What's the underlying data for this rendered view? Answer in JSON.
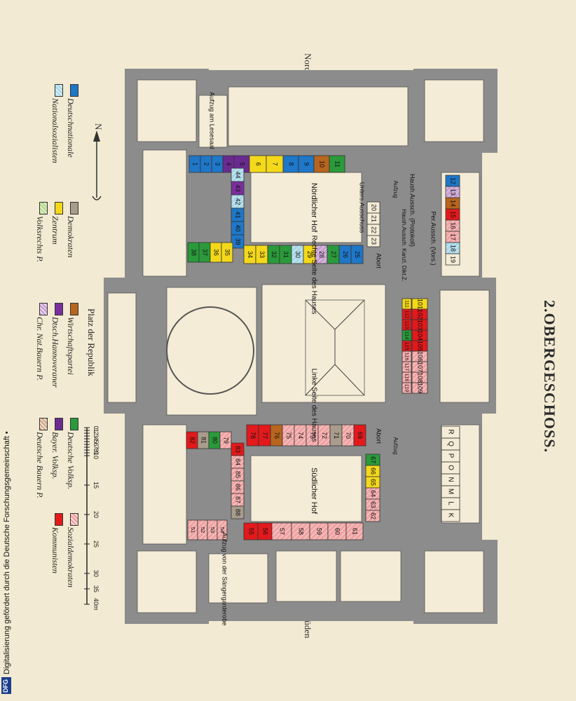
{
  "title": "2.OBERGESCHOSS.",
  "compass": {
    "north": "Norden",
    "south": "Süden",
    "arrow_label": "N"
  },
  "place_label": "Platz der Republik",
  "side_caption": "Digitalisierung gefördert durch die Deutsche Forschungsgemeinschaft •",
  "dfg_logo_text": "DFG",
  "colors": {
    "wall": "#8c8c8c",
    "room": "#f4ecd6",
    "deutschnationale": "#1f77c8",
    "nationalsozialisten": "#a9d8e8",
    "demokraten": "#a89c8c",
    "zentrum": "#f4d81a",
    "volksrechts": "#b9d98c",
    "wirtschaftspartei": "#b8651f",
    "dtsch_hannoveraner": "#7a2f9e",
    "chr_nat_bauern": "#c9a0d2",
    "deutsche_volksp": "#2a9a3a",
    "bayer_volksp": "#6a2a90",
    "deutsche_bauern": "#d4ae8c",
    "sozialdemokraten": "#f0a3a3",
    "kommunisten": "#e3191c"
  },
  "legend": [
    {
      "label": "Deutschnationale",
      "key": "deutschnationale"
    },
    {
      "label": "Nationalsozialisten",
      "key": "nationalsozialisten"
    },
    {
      "label": "Demokraten",
      "key": "demokraten"
    },
    {
      "label": "Zentrum",
      "key": "zentrum"
    },
    {
      "label": "Volksrechts P.",
      "key": "volksrechts"
    },
    {
      "label": "Wirtschaftspartei",
      "key": "wirtschaftspartei"
    },
    {
      "label": "Dtsch.Hannoveraner",
      "key": "dtsch_hannoveraner"
    },
    {
      "label": "Chr. Nat.Bauern P.",
      "key": "chr_nat_bauern"
    },
    {
      "label": "Deutsche Volksp.",
      "key": "deutsche_volksp"
    },
    {
      "label": "Bayer. Volksp.",
      "key": "bayer_volksp"
    },
    {
      "label": "Deutsche Bauern P.",
      "key": "deutsche_bauern"
    },
    {
      "label": "Sozialdemokraten",
      "key": "sozialdemokraten"
    },
    {
      "label": "Kommunisten",
      "key": "kommunisten"
    }
  ],
  "scale": {
    "ticks": [
      "0",
      "1",
      "2",
      "3",
      "4",
      "5",
      "6",
      "7",
      "8",
      "9",
      "10",
      "15",
      "20",
      "25",
      "30",
      "35",
      "40m"
    ]
  },
  "labels": {
    "noerdlicher_hof": "Nördlicher Hof",
    "suedlicher_hof": "Südlicher Hof",
    "rechte_seite": "Rechte Seite des Hauses",
    "linke_seite": "Linke Seite des Hauses",
    "aufzug_lesesaal": "Aufzug am Lesesaal",
    "aufzug_saenger": "Aufzug von der Sängergarderobe",
    "unters_ausschuss": "Unters.Ausschuss",
    "haush_ausschuss": "Haush.Aussch. (Protokoll)",
    "haush_ausschuss_kanzlei": "Haush.Aussch. Kanzl. Dikt.Z.",
    "per_ausschuss": "Per.Aussch. (Vors.)",
    "abort": "Abort",
    "aufzug": "Aufzug",
    "letters": [
      "R",
      "Q",
      "P",
      "O",
      "N",
      "M",
      "L",
      "K"
    ]
  },
  "rooms": {
    "nw_wing": [
      {
        "n": "1",
        "p": "deutschnationale"
      },
      {
        "n": "2",
        "p": "deutschnationale"
      },
      {
        "n": "3",
        "p": "deutschnationale"
      },
      {
        "n": "4",
        "p": "bayer_volksp"
      },
      {
        "n": "5",
        "p": "bayer_volksp"
      },
      {
        "n": "6",
        "p": "zentrum"
      },
      {
        "n": "7",
        "p": "zentrum"
      },
      {
        "n": "8",
        "p": "deutschnationale"
      },
      {
        "n": "9",
        "p": "deutschnationale"
      },
      {
        "n": "10",
        "p": "wirtschaftspartei"
      },
      {
        "n": "11",
        "p": "deutsche_volksp"
      }
    ],
    "n_inner_col": [
      {
        "n": "44",
        "p": "nationalsozialisten"
      },
      {
        "n": "43",
        "p": "dtsch_hannoveraner"
      },
      {
        "n": "42",
        "p": "nationalsozialisten"
      },
      {
        "n": "41",
        "p": "deutschnationale"
      },
      {
        "n": "40",
        "p": "deutschnationale"
      },
      {
        "n": "39",
        "p": "deutschnationale"
      }
    ],
    "n_outer_col": [
      {
        "n": "38",
        "p": "deutsche_volksp"
      },
      {
        "n": "37",
        "p": "deutsche_volksp"
      },
      {
        "n": "36",
        "p": "zentrum"
      },
      {
        "n": "35",
        "p": "zentrum"
      }
    ],
    "n_bottom_row": [
      {
        "n": "34",
        "p": "zentrum"
      },
      {
        "n": "33",
        "p": "zentrum"
      },
      {
        "n": "32",
        "p": "deutsche_volksp"
      },
      {
        "n": "31",
        "p": "deutsche_volksp"
      },
      {
        "n": "30",
        "p": "nationalsozialisten"
      },
      {
        "n": "29",
        "p": "zentrum"
      },
      {
        "n": "28",
        "p": "chr_nat_bauern"
      },
      {
        "n": "27",
        "p": "deutsche_volksp"
      },
      {
        "n": "26",
        "p": "deutschnationale"
      },
      {
        "n": "25",
        "p": "deutschnationale"
      }
    ],
    "n_unters": [
      {
        "n": "20"
      },
      {
        "n": "21"
      },
      {
        "n": "22"
      },
      {
        "n": "23"
      }
    ],
    "ne_wing": [
      {
        "n": "12",
        "p": "deutschnationale"
      },
      {
        "n": "13",
        "p": "chr_nat_bauern"
      },
      {
        "n": "14",
        "p": "wirtschaftspartei"
      },
      {
        "n": "15",
        "p": "kommunisten"
      },
      {
        "n": "16",
        "p": "sozialdemokraten"
      },
      {
        "n": "17",
        "p": "sozialdemokraten"
      },
      {
        "n": "18",
        "p": "nationalsozialisten"
      },
      {
        "n": "19",
        "p": "room"
      }
    ],
    "east_col_a": [
      {
        "n": "111",
        "p": "zentrum"
      },
      {
        "n": "112",
        "p": "kommunisten"
      },
      {
        "n": "113",
        "p": "kommunisten"
      },
      {
        "n": "114",
        "p": "deutsche_volksp"
      },
      {
        "n": "115",
        "p": "kommunisten"
      },
      {
        "n": "116",
        "p": "sozialdemokraten"
      },
      {
        "n": "117",
        "p": "sozialdemokraten"
      },
      {
        "n": "118",
        "p": "sozialdemokraten"
      },
      {
        "n": "119",
        "p": "sozialdemokraten"
      }
    ],
    "east_col_b": [
      {
        "n": "101",
        "p": "zentrum"
      },
      {
        "n": "102",
        "p": "kommunisten"
      },
      {
        "n": "103",
        "p": "kommunisten"
      },
      {
        "n": "104",
        "p": "kommunisten"
      },
      {
        "n": "105",
        "p": "kommunisten"
      },
      {
        "n": "106",
        "p": "sozialdemokraten"
      },
      {
        "n": "107",
        "p": "sozialdemokraten"
      },
      {
        "n": "108",
        "p": "sozialdemokraten"
      },
      {
        "n": "109",
        "p": "sozialdemokraten"
      }
    ],
    "s_top_row": [
      {
        "n": "78",
        "p": "kommunisten"
      },
      {
        "n": "77",
        "p": "kommunisten"
      },
      {
        "n": "76",
        "p": "wirtschaftspartei"
      },
      {
        "n": "75",
        "p": "sozialdemokraten"
      },
      {
        "n": "74",
        "p": "sozialdemokraten"
      },
      {
        "n": "73",
        "p": "sozialdemokraten"
      },
      {
        "n": "72",
        "p": "sozialdemokraten"
      },
      {
        "n": "71",
        "p": "demokraten"
      },
      {
        "n": "70",
        "p": "sozialdemokraten"
      },
      {
        "n": "69",
        "p": "kommunisten"
      }
    ],
    "s_outer_col": [
      {
        "n": "82",
        "p": "kommunisten"
      },
      {
        "n": "81",
        "p": "demokraten"
      },
      {
        "n": "80",
        "p": "deutsche_volksp"
      },
      {
        "n": "79",
        "p": "sozialdemokraten"
      }
    ],
    "s_inner_col": [
      {
        "n": "83",
        "p": "kommunisten"
      },
      {
        "n": "84",
        "p": "sozialdemokraten"
      },
      {
        "n": "85",
        "p": "sozialdemokraten"
      },
      {
        "n": "86",
        "p": "sozialdemokraten"
      },
      {
        "n": "87",
        "p": "sozialdemokraten"
      },
      {
        "n": "88",
        "p": "demokraten"
      }
    ],
    "s_right_col": [
      {
        "n": "67",
        "p": "deutsche_volksp"
      },
      {
        "n": "66",
        "p": "zentrum"
      },
      {
        "n": "65",
        "p": "zentrum"
      },
      {
        "n": "64",
        "p": "sozialdemokraten"
      },
      {
        "n": "63",
        "p": "sozialdemokraten"
      },
      {
        "n": "62",
        "p": "sozialdemokraten"
      }
    ],
    "s_bottom_row": [
      {
        "n": "55",
        "p": "kommunisten"
      },
      {
        "n": "56",
        "p": "kommunisten"
      },
      {
        "n": "57",
        "p": "sozialdemokraten"
      },
      {
        "n": "58",
        "p": "sozialdemokraten"
      },
      {
        "n": "59",
        "p": "sozialdemokraten"
      },
      {
        "n": "60",
        "p": "sozialdemokraten"
      },
      {
        "n": "61",
        "p": "sozialdemokraten"
      }
    ],
    "sw_corner": [
      {
        "n": "51",
        "p": "sozialdemokraten"
      },
      {
        "n": "52",
        "p": "sozialdemokraten"
      },
      {
        "n": "53",
        "p": "sozialdemokraten"
      },
      {
        "n": "54",
        "p": "sozialdemokraten"
      }
    ]
  }
}
